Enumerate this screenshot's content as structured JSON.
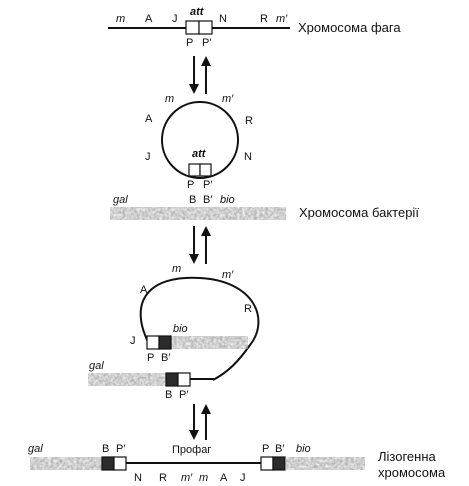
{
  "captions": {
    "phage_chromosome": "Хромосома фага",
    "bacterial_chromosome": "Хромосома бактерії",
    "lysogenic_chromosome_line1": "Лізогенна",
    "lysogenic_chromosome_line2": "хромосома"
  },
  "phage_linear": {
    "m": "m",
    "A": "A",
    "J": "J",
    "att": "att",
    "N": "N",
    "R": "R",
    "m_prime": "m′",
    "P": "P",
    "P_prime": "P′"
  },
  "phage_circle": {
    "m": "m",
    "m_prime": "m′",
    "A": "A",
    "R": "R",
    "J": "J",
    "N": "N",
    "att": "att",
    "P": "P",
    "P_prime": "P′"
  },
  "bacterium": {
    "gal": "gal",
    "B": "B",
    "B_prime": "B′",
    "bio": "bio"
  },
  "integration": {
    "m": "m",
    "m_prime": "m′",
    "A": "A",
    "R": "R",
    "J": "J",
    "bio": "bio",
    "P": "P",
    "B_prime": "B′",
    "gal": "gal",
    "B": "B",
    "P_prime": "P′"
  },
  "lysogen": {
    "gal": "gal",
    "B": "B",
    "P_prime": "P′",
    "prophage": "Профаг",
    "N": "N",
    "R": "R",
    "m_prime": "m′",
    "m": "m",
    "A": "A",
    "J": "J",
    "P": "P",
    "B_prime": "B′",
    "bio": "bio"
  }
}
